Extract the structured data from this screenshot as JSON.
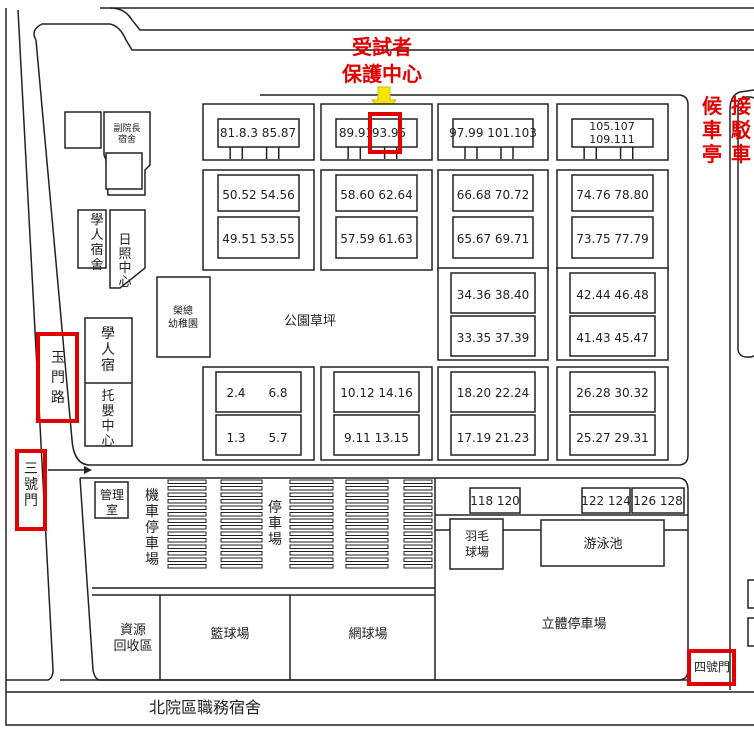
{
  "callout": {
    "line1": "受試者",
    "line2": "保護中心",
    "highlight_color": "#e00000",
    "arrow_color": "#f5e600"
  },
  "buildings": {
    "row_a": [
      "81.8.3 85.87",
      "89.91",
      "93.95",
      "97.99 101.103",
      "105.107",
      "109.111"
    ],
    "row_b_top": [
      "50.52  54.56",
      "58.60  62.64",
      "66.68  70.72",
      "74.76  78.80"
    ],
    "row_b_bottom": [
      "49.51  53.55",
      "57.59  61.63",
      "65.67  69.71",
      "73.75  77.79"
    ],
    "row_c_top": [
      "34.36 38.40",
      "42.44  46.48"
    ],
    "row_c_bottom": [
      "33.35  37.39",
      "41.43  45.47"
    ],
    "row_d_top": [
      "2.4",
      "6.8",
      "10.12 14.16",
      "18.20  22.24",
      "26.28 30.32"
    ],
    "row_d_bottom": [
      "1.3",
      "5.7",
      "9.11  13.15",
      "17.19  21.23",
      "25.27  29.31"
    ],
    "south": [
      "118  120",
      "122  124",
      "126  128"
    ]
  },
  "labels": {
    "vice_president_dorm_1": "副院長",
    "vice_president_dorm_2": "宿舍",
    "scholar_dorm": [
      "學",
      "人",
      "宿",
      "舍"
    ],
    "day_care": [
      "日",
      "照",
      "中",
      "心"
    ],
    "kindergarten_1": "榮總",
    "kindergarten_2": "幼稚園",
    "park_lawn": "公園草坪",
    "nursery": [
      "托",
      "嬰",
      "中",
      "心"
    ],
    "yumen_road": [
      "玉",
      "門",
      "路"
    ],
    "gate3": [
      "三",
      "號",
      "門"
    ],
    "management_1": "管理",
    "management_2": "室",
    "motorcycle_parking": [
      "機",
      "車",
      "停",
      "車",
      "場"
    ],
    "parking": [
      "停",
      "車",
      "場"
    ],
    "badminton_1": "羽毛",
    "badminton_2": "球場",
    "pool": "游泳池",
    "recycling_1": "資源",
    "recycling_2": "回收區",
    "basketball": "籃球場",
    "tennis": "網球場",
    "garage": "立體停車場",
    "gate4": "四號門",
    "north_dorm": "北院區職務宿舍",
    "bus_stop": [
      "候",
      "車",
      "亭"
    ],
    "shuttle": [
      "接",
      "駁",
      "車"
    ]
  }
}
